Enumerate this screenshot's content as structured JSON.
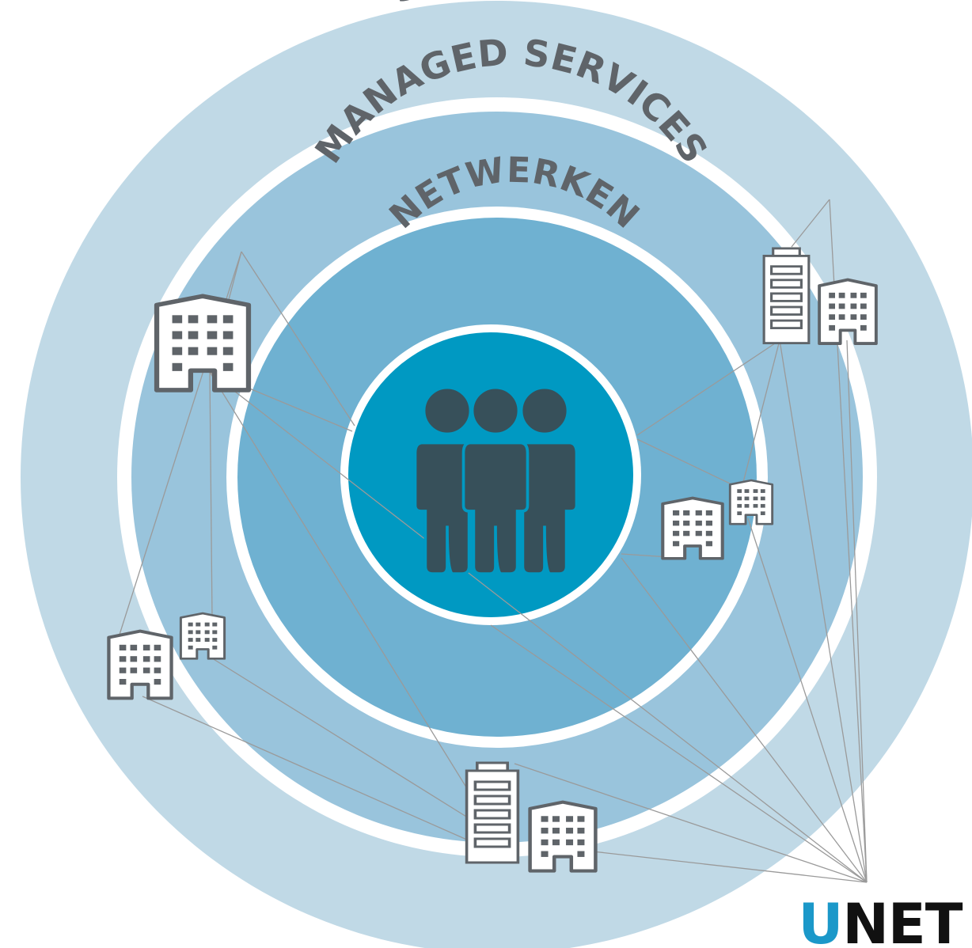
{
  "diagram": {
    "rings": [
      {
        "id": "outer",
        "label": "SECURITY",
        "color": "#c0d9e6"
      },
      {
        "id": "middle",
        "label": "MANAGED SERVICES",
        "color": "#99c4dc"
      },
      {
        "id": "inner",
        "label": "NETWERKEN",
        "color": "#6fb1d1"
      }
    ],
    "core": {
      "icon": "team-icon",
      "color": "#0099c2",
      "figure_color": "#37505a"
    },
    "separator_color": "#ffffff",
    "label_color": "#5f6469",
    "line_color": "#9a9a9a",
    "building_stroke": "#5f6469"
  },
  "brand": {
    "part1": "U",
    "part2": "NET",
    "part1_color": "#1b98c9",
    "part2_color": "#111111"
  }
}
